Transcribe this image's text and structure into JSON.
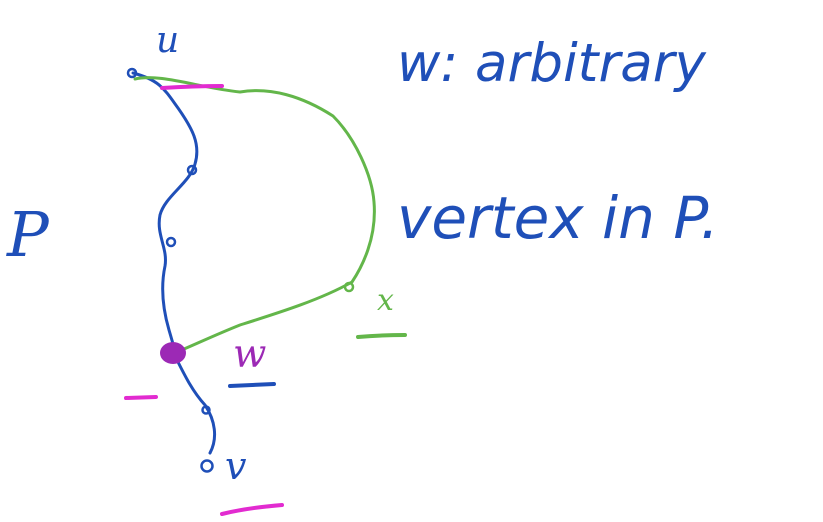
{
  "labels": {
    "top_vertex": "u",
    "bottom_vertex": "v",
    "right_vertex": "x",
    "middle_vertex": "w",
    "path_name": "P"
  },
  "annotation": {
    "line1": "w: arbitrary",
    "line2": "vertex in P."
  },
  "colors": {
    "path": "#1f4fb8",
    "detour": "#63b64a",
    "highlight": "#e22bd0",
    "arbitrary_vertex": "#9c29b5"
  }
}
